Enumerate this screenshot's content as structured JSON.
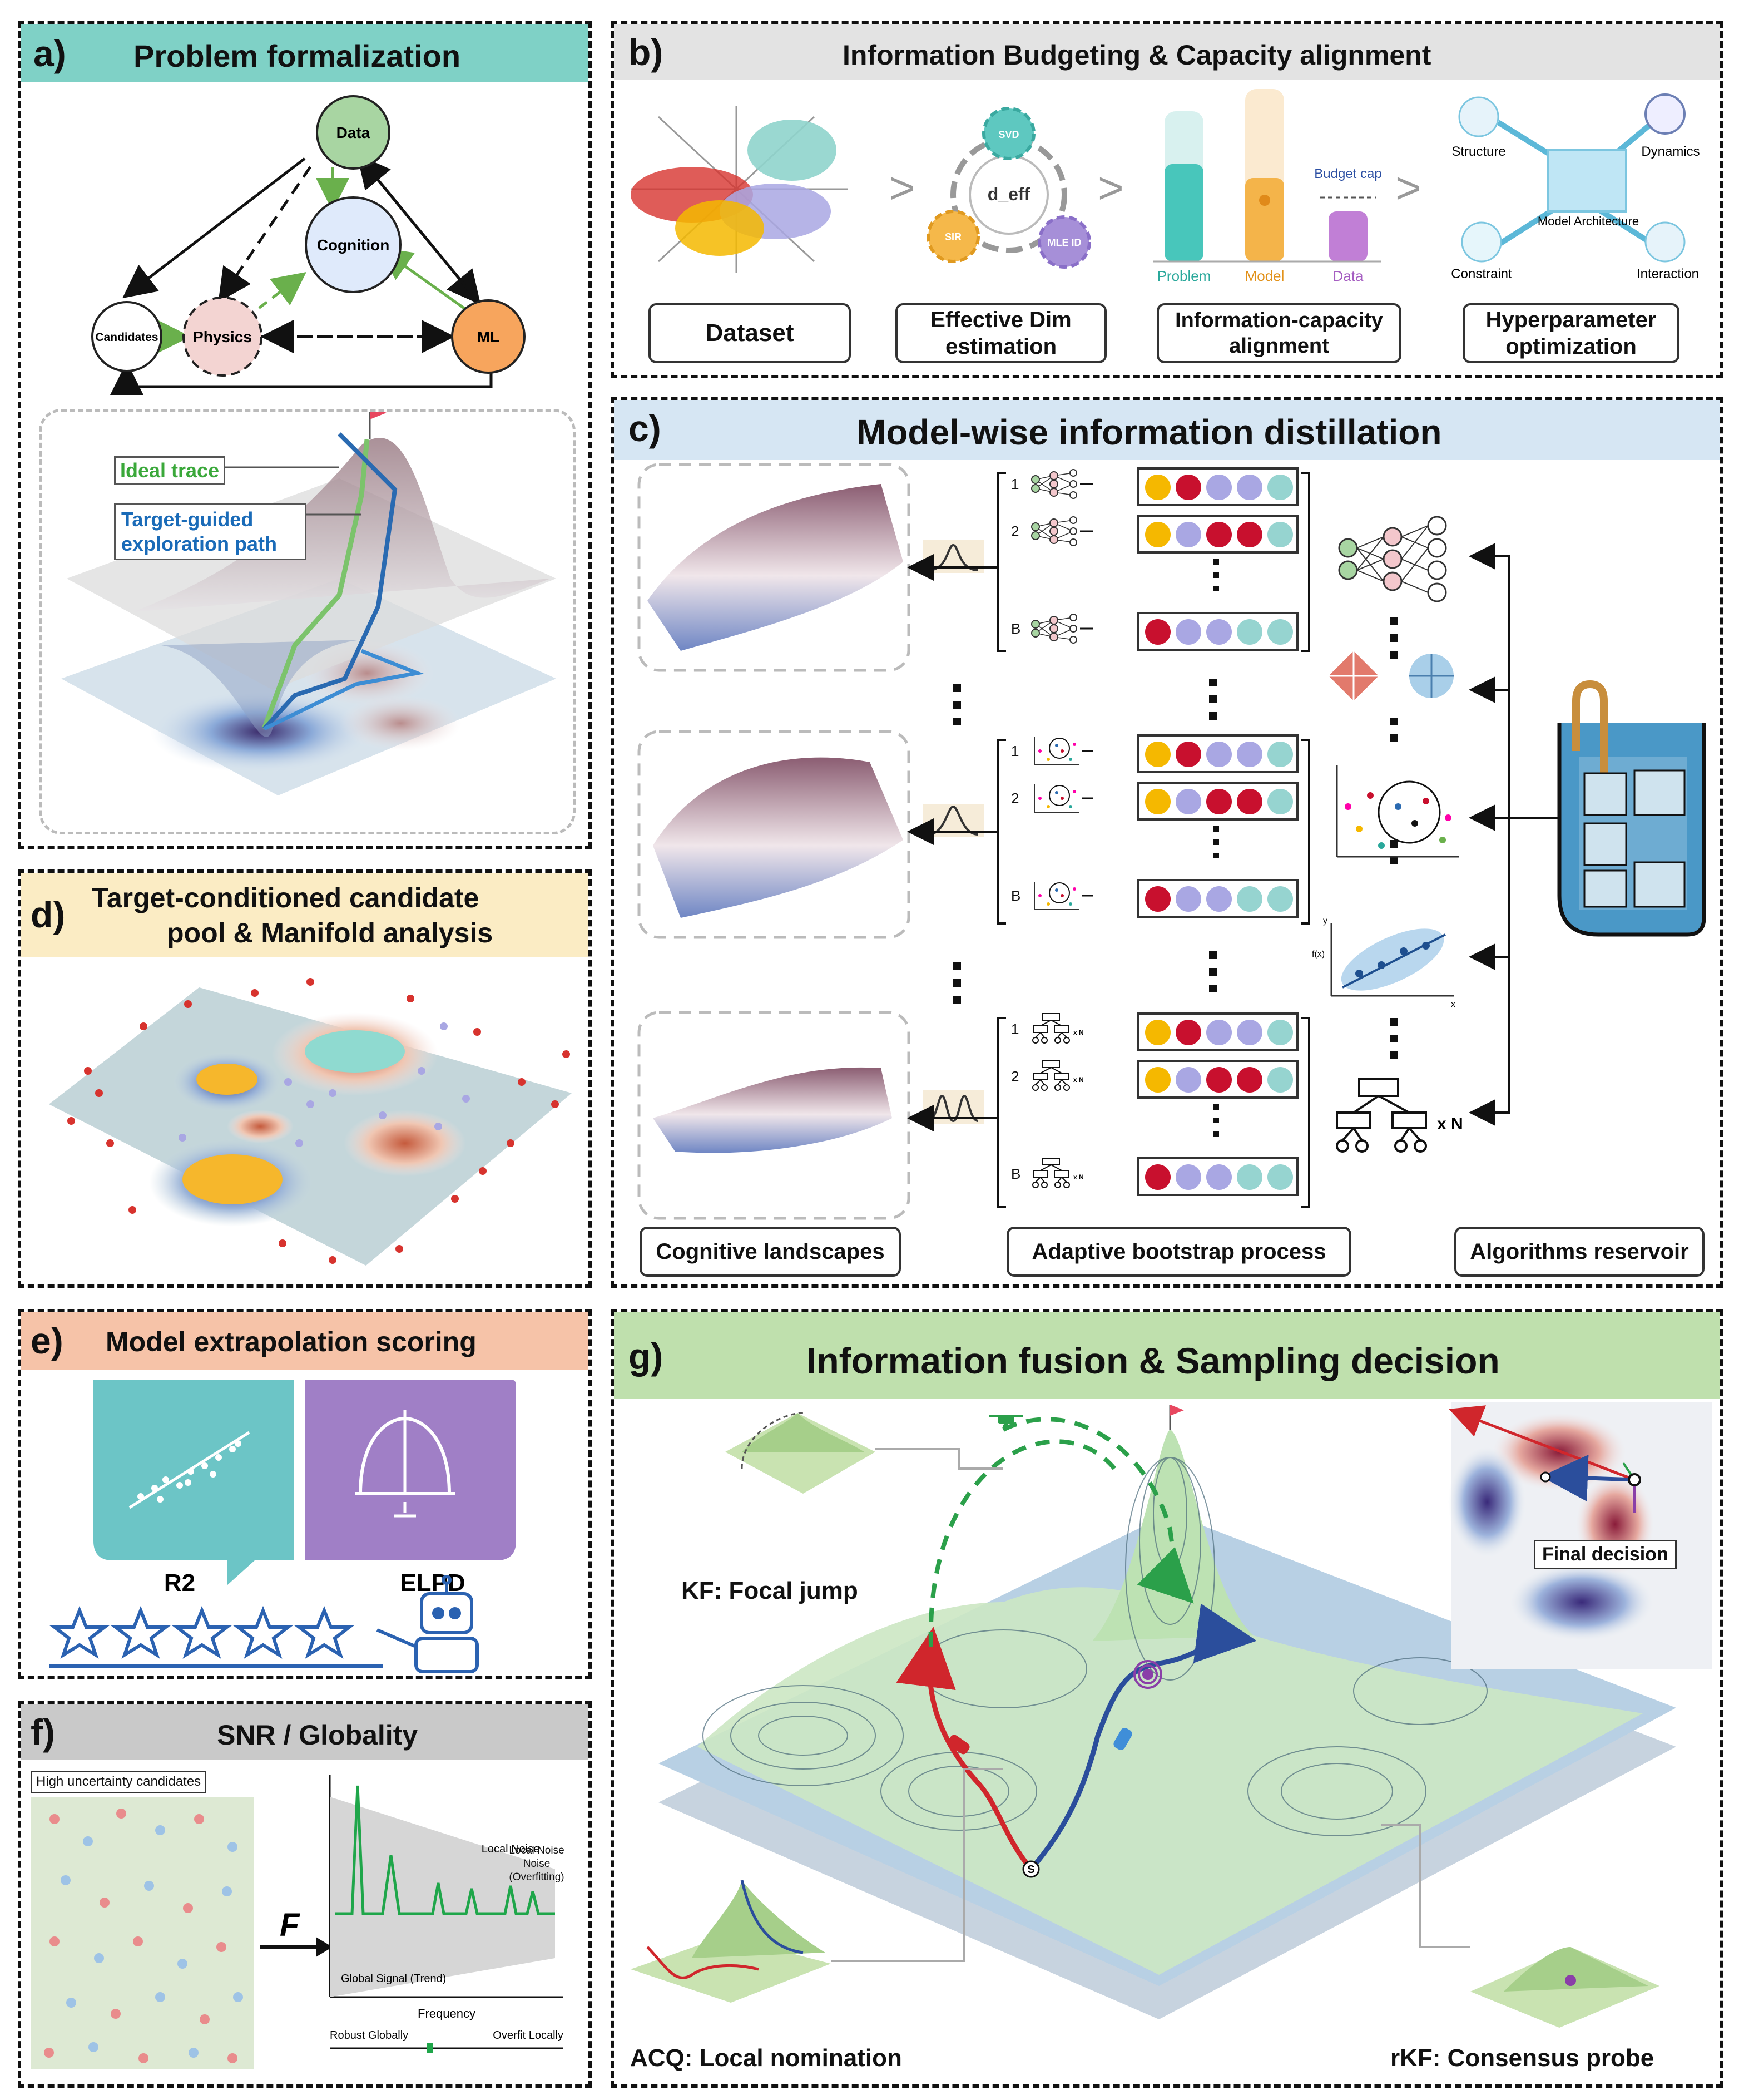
{
  "panel_a": {
    "label": "a)",
    "title": "Problem formalization",
    "nodes": {
      "data": "Data",
      "cognition": "Cognition",
      "candidates": "Candidates",
      "physics": "Physics",
      "ml": "ML"
    },
    "ideal_trace": "Ideal trace",
    "target_path": "Target-guided exploration path"
  },
  "panel_b": {
    "label": "b)",
    "title": "Information Budgeting & Capacity alignment",
    "gear": {
      "center": "d_eff",
      "svd": "SVD",
      "sir": "SIR",
      "mle": "MLE ID"
    },
    "bars": {
      "problem": "Problem",
      "model": "Model",
      "data": "Data",
      "budget_cap": "Budget cap"
    },
    "arch": {
      "structure": "Structure",
      "dynamics": "Dynamics",
      "center": "Model Architecture",
      "constraint": "Constraint",
      "interaction": "Interaction"
    },
    "steps": [
      "Dataset",
      "Effective Dim estimation",
      "Information-capacity alignment",
      "Hyperparameter optimization"
    ]
  },
  "panel_c": {
    "label": "c)",
    "title": "Model-wise information distillation",
    "row_labels": [
      "1",
      "2",
      "B"
    ],
    "xN": "x N",
    "f_x": "f(x)",
    "axis_x": "x",
    "axis_y": "y",
    "bottom": [
      "Cognitive landscapes",
      "Adaptive bootstrap process",
      "Algorithms reservoir"
    ],
    "colors": {
      "yellow": "#f5b800",
      "red": "#c8102e",
      "purple": "#a9a7e3",
      "teal": "#96d4d0"
    }
  },
  "panel_d": {
    "label": "d)",
    "title_line1": "Target-conditioned candidate",
    "title_line2": "pool & Manifold analysis"
  },
  "panel_e": {
    "label": "e)",
    "title": "Model extrapolation scoring",
    "r2": "R2",
    "elpd": "ELPD"
  },
  "panel_f": {
    "label": "f)",
    "title": "SNR / Globality",
    "high_uncertainty": "High uncertainty candidates",
    "operator": "F",
    "local_noise": "Local Noise Noise (Overfitting)",
    "global_signal": "Global Signal (Trend)",
    "frequency": "Frequency",
    "robust": "Robust Globally",
    "overfit": "Overfit Locally"
  },
  "panel_g": {
    "label": "g)",
    "title": "Information fusion & Sampling decision",
    "kf": "KF: Focal jump",
    "acq": "ACQ: Local nomination",
    "rkf": "rKF: Consensus probe",
    "final": "Final decision",
    "start": "S"
  }
}
